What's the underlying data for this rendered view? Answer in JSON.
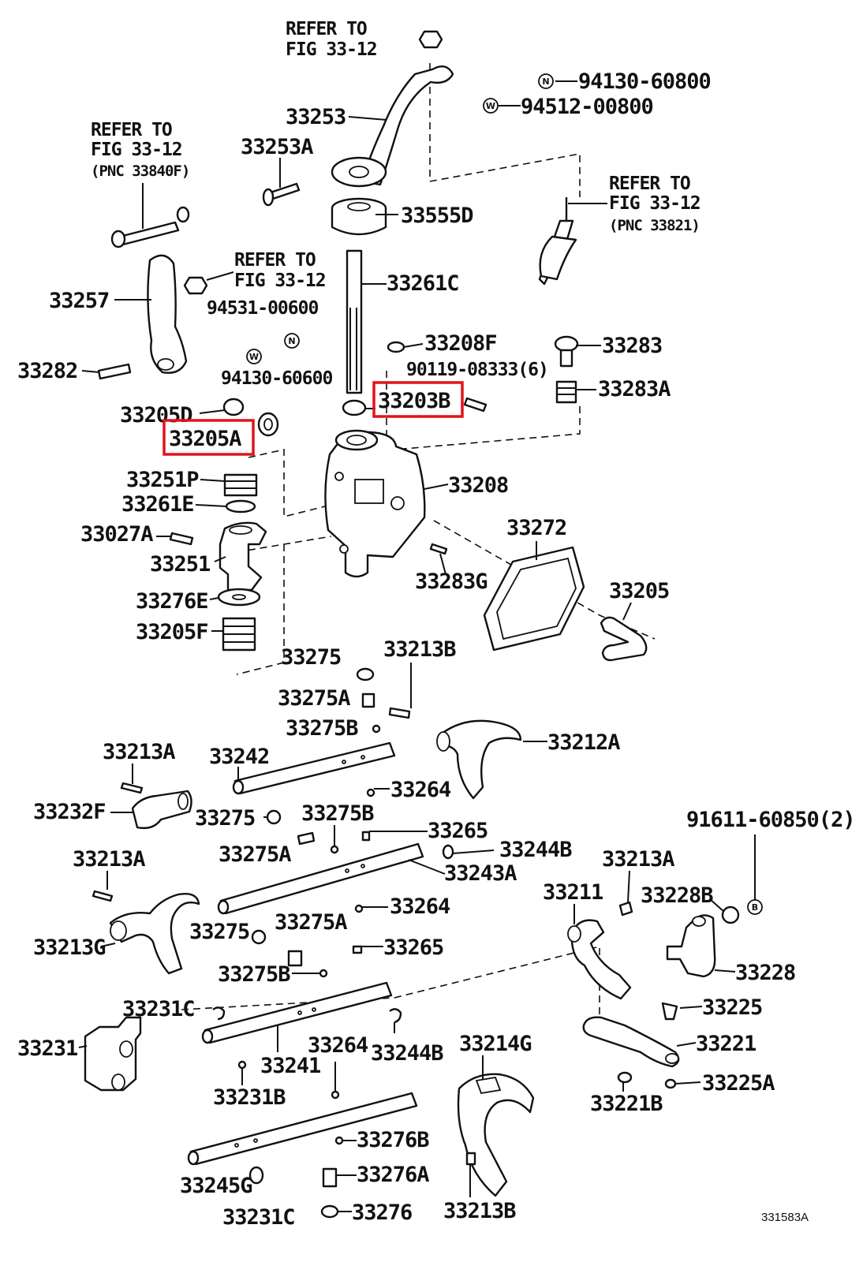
{
  "refer_notes": {
    "top": "REFER TO\nFIG 33-12",
    "left": "REFER TO\nFIG 33-12\n(PNC 33840F)",
    "mid": "REFER TO\nFIG 33-12",
    "right": "REFER TO\nFIG 33-12\n(PNC 33821)"
  },
  "symbols": {
    "n": "N",
    "w": "W",
    "b": "B"
  },
  "labels": {
    "p94130_60800": "94130-60800",
    "p94512_00800": "94512-00800",
    "p33253": "33253",
    "p33253A": "33253A",
    "p33555D": "33555D",
    "p33257": "33257",
    "p94531_00600": "94531-00600",
    "p94130_60600": "94130-60600",
    "p33261C": "33261C",
    "p33282": "33282",
    "p33208F": "33208F",
    "p90119_08333": "90119-08333(6)",
    "p33283": "33283",
    "p33283A": "33283A",
    "p33205D": "33205D",
    "p33205A": "33205A",
    "p33203B": "33203B",
    "p33208": "33208",
    "p33251P": "33251P",
    "p33261E": "33261E",
    "p33027A": "33027A",
    "p33251": "33251",
    "p33272": "33272",
    "p33283G": "33283G",
    "p33276E": "33276E",
    "p33205": "33205",
    "p33205F": "33205F",
    "p33275_a": "33275",
    "p33213B_a": "33213B",
    "p33275A_a": "33275A",
    "p33275B_a": "33275B",
    "p33212A": "33212A",
    "p33213A_a": "33213A",
    "p33242": "33242",
    "p33264_a": "33264",
    "p33232F": "33232F",
    "p33275_b": "33275",
    "p33275B_b": "33275B",
    "p33265_a": "33265",
    "p91611_60850": "91611-60850(2)",
    "p33275A_b": "33275A",
    "p33244B_a": "33244B",
    "p33243A": "33243A",
    "p33213A_b": "33213A",
    "p33213A_c": "33213A",
    "p33211": "33211",
    "p33228B": "33228B",
    "p33264_b": "33264",
    "p33275_c": "33275",
    "p33275A_c": "33275A",
    "p33213G": "33213G",
    "p33265_b": "33265",
    "p33228": "33228",
    "p33275B_c": "33275B",
    "p33231C_a": "33231C",
    "p33225": "33225",
    "p33231": "33231",
    "p33264_c": "33264",
    "p33244B_b": "33244B",
    "p33214G": "33214G",
    "p33241": "33241",
    "p33221": "33221",
    "p33231B": "33231B",
    "p33221B": "33221B",
    "p33225A": "33225A",
    "p33276B": "33276B",
    "p33276A": "33276A",
    "p33245G": "33245G",
    "p33231C_b": "33231C",
    "p33276": "33276",
    "p33213B_b": "33213B",
    "figure_id": "331583A"
  },
  "highlight_color": "#e0141c"
}
